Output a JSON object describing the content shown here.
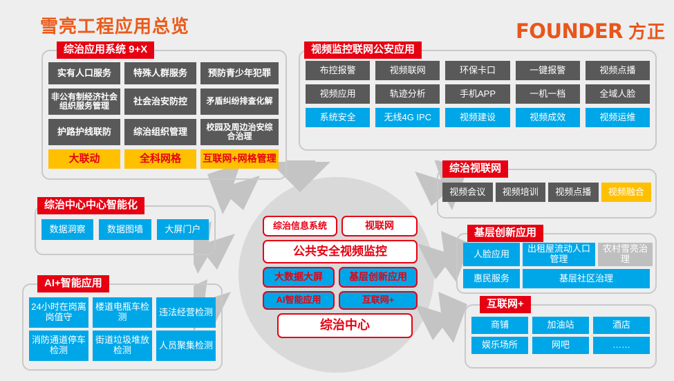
{
  "header": {
    "title": "雪亮工程应用总览",
    "logo_word": "FOUNDER",
    "logo_cn": "方正"
  },
  "colors": {
    "brand_orange": "#e8561c",
    "title_red": "#e60012",
    "gray_cell": "#595959",
    "blue_cell": "#00a7e8",
    "yellow_cell": "#ffc000",
    "light_gray_cell": "#bfbfbf",
    "background": "#eeeeee",
    "circle": "#d9d9d9",
    "arrow": "#c0c0c0"
  },
  "panels": {
    "zongzhi_apps": {
      "title": "综治应用系统 9+X",
      "rows": [
        [
          "实有人口服务",
          "特殊人群服务",
          "预防青少年犯罪"
        ],
        [
          "非公有制经济社会组织服务管理",
          "社会治安防控",
          "矛盾纠纷排查化解"
        ],
        [
          "护路护线联防",
          "综治组织管理",
          "校园及周边治安综合治理"
        ],
        [
          "大联动",
          "全科网格",
          "互联网+网格管理"
        ]
      ]
    },
    "video_police": {
      "title": "视频监控联网公安应用",
      "rows": [
        [
          "布控报警",
          "视频联网",
          "环保卡口",
          "一键报警",
          "视频点播"
        ],
        [
          "视频应用",
          "轨迹分析",
          "手机APP",
          "一机一档",
          "全域人脸"
        ],
        [
          "系统安全",
          "无线4G IPC",
          "视频建设",
          "视频成效",
          "视频运维"
        ]
      ]
    },
    "center_intel": {
      "title": "综治中心中心智能化",
      "items": [
        "数据洞察",
        "数据图墙",
        "大屏门户"
      ]
    },
    "ai_apps": {
      "title": "AI+智能应用",
      "rows": [
        [
          "24小时在岗离岗值守",
          "楼道电瓶车检测",
          "违法经营检测"
        ],
        [
          "消防通道停车检测",
          "街道垃圾堆放检测",
          "人员聚集检测"
        ]
      ]
    },
    "video_network": {
      "title": "综治视联网",
      "items": [
        "视频会议",
        "视频培训",
        "视频点播",
        "视频融合"
      ]
    },
    "grassroots": {
      "title": "基层创新应用",
      "row1": [
        "人脸应用",
        "出租屋流动人口管理",
        "农村雪亮治理"
      ],
      "row2": [
        "惠民服务",
        "基层社区治理"
      ]
    },
    "internet_plus": {
      "title": "互联网+",
      "rows": [
        [
          "商铺",
          "加油站",
          "酒店"
        ],
        [
          "娱乐场所",
          "网吧",
          "……"
        ]
      ]
    }
  },
  "center": {
    "row1": [
      "综治信息系统",
      "视联网"
    ],
    "row2": [
      "公共安全视频监控"
    ],
    "row3": [
      "大数据大屏",
      "基层创新应用"
    ],
    "row4": [
      "AI智能应用",
      "互联网+"
    ],
    "row5": [
      "综治中心"
    ]
  }
}
